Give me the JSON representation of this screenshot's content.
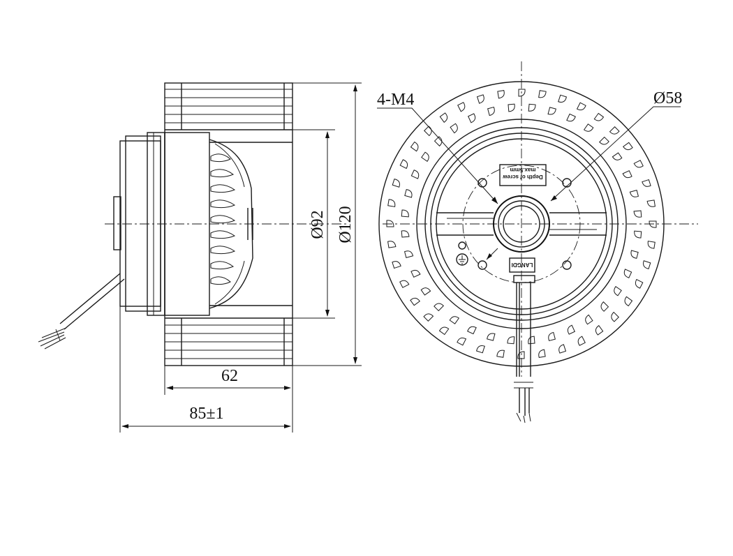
{
  "dimensions": {
    "width_62": "62",
    "length_85": "85±1",
    "dia_92": "Ø92",
    "dia_120": "Ø120",
    "dia_58": "Ø58",
    "holes": "4-M4"
  },
  "front_label": {
    "screw_line1": "Depth of screw",
    "screw_line2": "max.5mm",
    "brand": "LANGDI"
  }
}
